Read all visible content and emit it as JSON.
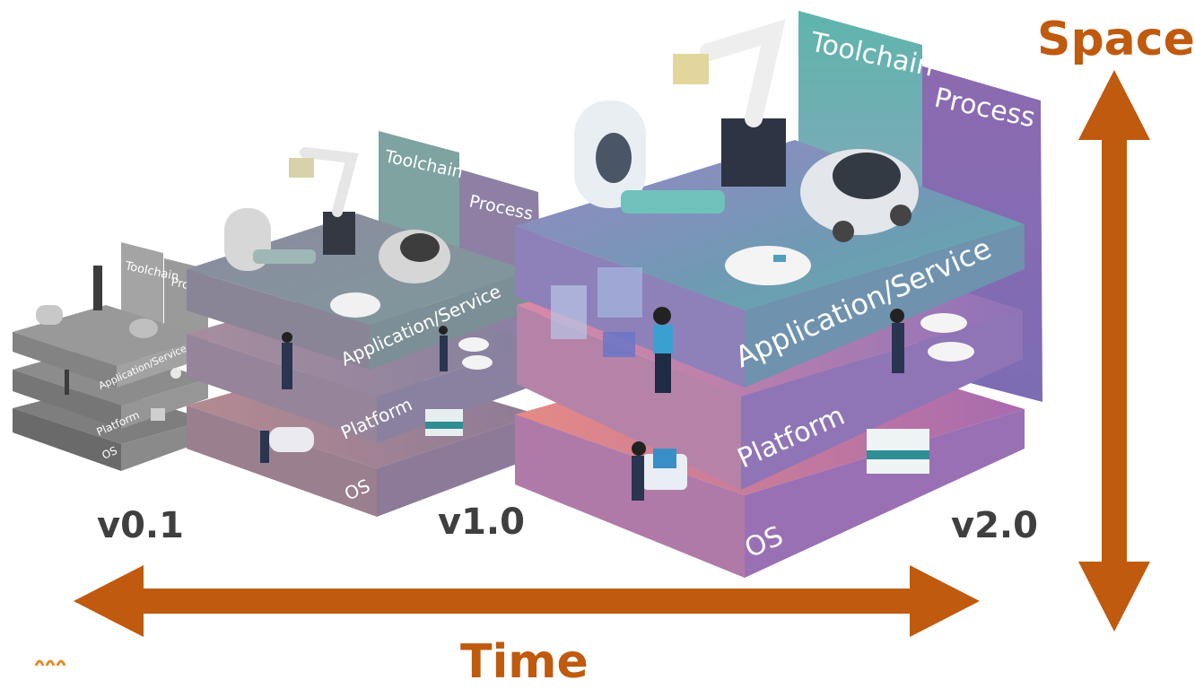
{
  "colors": {
    "arrow": "#c05a0e",
    "version_text": "#3f3f3f",
    "gray_stack": "#8a8a8a",
    "teal_panel": "#5fa8a4",
    "purple_panel": "#8b6aa8",
    "app_layer": "#7f8fb0",
    "platform_layer": "#9a7fb8",
    "os_layer": "#c98098"
  },
  "axes": {
    "space_label": "Space",
    "time_label": "Time"
  },
  "stacks": [
    {
      "version": "v0.1",
      "style": "grayscale",
      "layers": {
        "os": "OS",
        "platform": "Platform",
        "application": "Application/Service"
      },
      "panels": {
        "toolchain": "Toolchain",
        "process": "Process"
      }
    },
    {
      "version": "v1.0",
      "style": "muted",
      "layers": {
        "os": "OS",
        "platform": "Platform",
        "application": "Application/Service"
      },
      "panels": {
        "toolchain": "Toolchain",
        "process": "Process"
      }
    },
    {
      "version": "v2.0",
      "style": "vivid",
      "layers": {
        "os": "OS",
        "platform": "Platform",
        "application": "Application/Service"
      },
      "panels": {
        "toolchain": "Toolchain",
        "process": "Process"
      }
    }
  ],
  "icons": [
    "robot-arm-icon",
    "mri-scanner-icon",
    "car-icon",
    "gamepad-icon",
    "person-icon",
    "server-icon",
    "disc-icon",
    "logo-mark-icon"
  ]
}
